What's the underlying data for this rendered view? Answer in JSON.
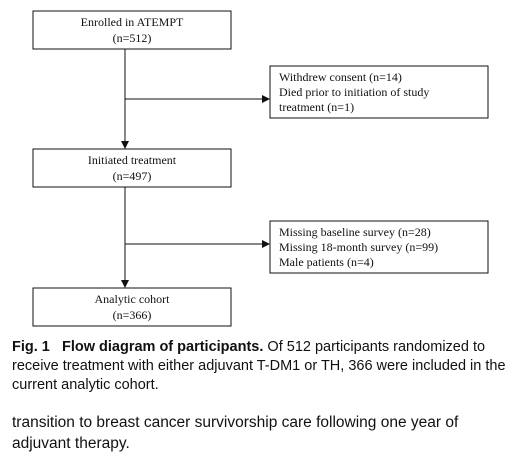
{
  "flow": {
    "enrolled": {
      "line1": "Enrolled in ATEMPT",
      "line2": "(n=512)"
    },
    "exclusion1": {
      "line1": "Withdrew consent (n=14)",
      "line2": "Died prior to initiation of study",
      "line3": "treatment (n=1)"
    },
    "initiated": {
      "line1": "Initiated treatment",
      "line2": "(n=497)"
    },
    "exclusion2": {
      "line1": "Missing baseline survey (n=28)",
      "line2": "Missing 18-month survey (n=99)",
      "line3": "Male patients (n=4)"
    },
    "analytic": {
      "line1": "Analytic cohort",
      "line2": "(n=366)"
    }
  },
  "caption": {
    "label": "Fig. 1",
    "title": "Flow diagram of participants.",
    "text": " Of 512 participants randomized to receive treatment with either adjuvant T-DM1 or TH, 366 were included in the current analytic cohort."
  },
  "body_text": "transition to breast cancer survivorship care following one year of adjuvant therapy."
}
